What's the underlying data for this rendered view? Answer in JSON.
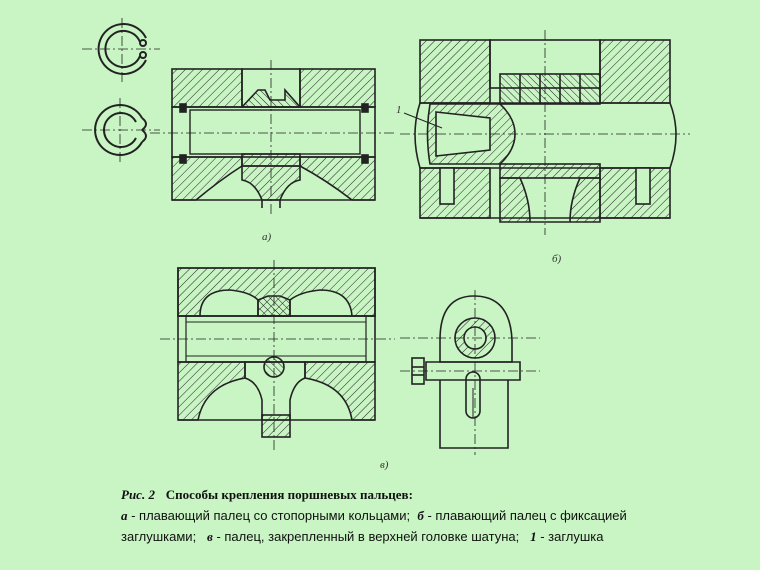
{
  "labels": {
    "fig_a": "а)",
    "fig_b": "б)",
    "fig_v": "в)",
    "callout_1": "1"
  },
  "caption": {
    "fig_no": "Рис. 2",
    "title": "Способы крепления поршневых пальцев:",
    "key_a": "а",
    "text_a": " - плавающий палец со стопорными кольцами;",
    "key_b": "б",
    "text_b_1": " - плавающий палец с фиксацией",
    "text_b_2": "заглушками;",
    "key_v": "в",
    "text_v": " - палец, закрепленный в верхней головке шатуна;",
    "key_1": "1",
    "text_1": " - заглушка"
  },
  "colors": {
    "background": "#c8f5c3",
    "ink": "#222222"
  }
}
